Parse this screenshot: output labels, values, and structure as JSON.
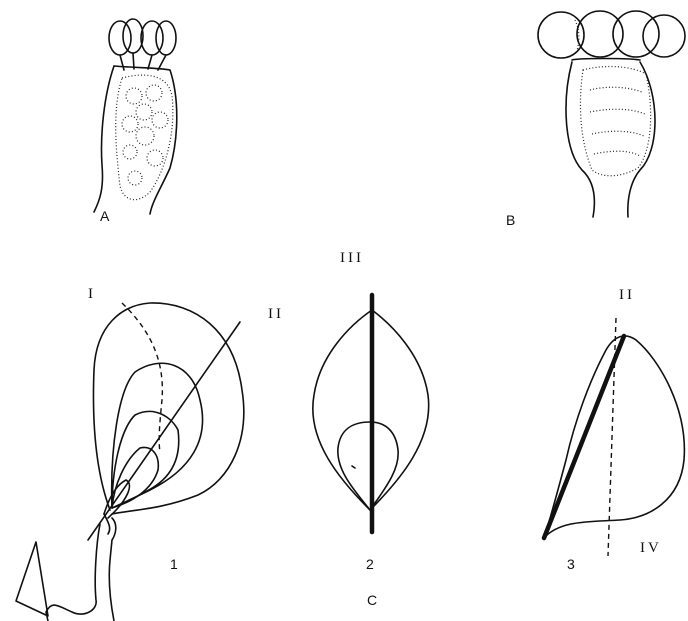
{
  "panels": {
    "a_label": "A",
    "b_label": "B",
    "c_label": "C"
  },
  "planes": {
    "i": "I",
    "ii_left": "II",
    "ii_right": "II",
    "iii": "III",
    "iv": "IV"
  },
  "stages": {
    "one": "1",
    "two": "2",
    "three": "3"
  },
  "colors": {
    "ink": "#111111",
    "paper": "#ffffff"
  }
}
